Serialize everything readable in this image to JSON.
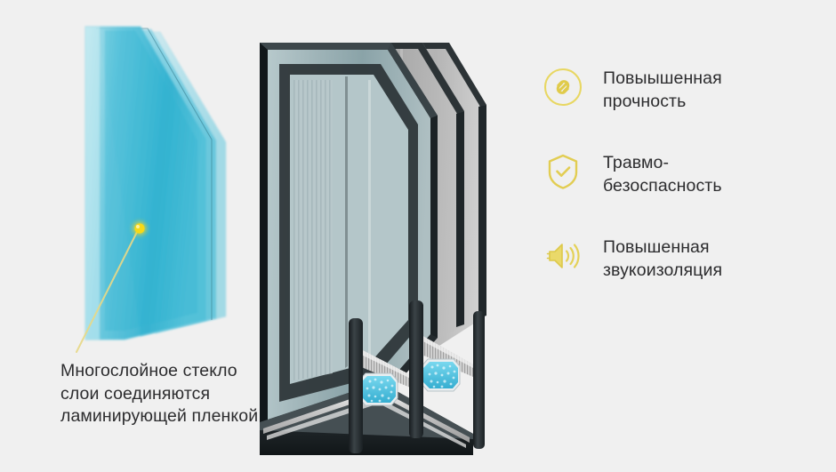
{
  "page": {
    "background_color": "#f0f0f0",
    "text_color": "#2c2c2e",
    "accent_color": "#efd84a",
    "glass_color": "#3fb8d4"
  },
  "caption": {
    "name": "laminated-glass-caption",
    "text": "Многослойное стекло\nслои соединяются\nламинирующей пленкой"
  },
  "illustration": {
    "name": "laminated-glass-diagram",
    "callout_dot_color": "#f5d820",
    "callout_line_color": "#ead77a",
    "panes": 3
  },
  "igu": {
    "name": "insulating-glass-unit",
    "frame_color": "#2a3236",
    "spacer_color": "#262b2e",
    "desiccant_color": "#4ec3e0",
    "panes": 3
  },
  "features": [
    {
      "icon": "link-icon",
      "label": "Повыышенная\nпрочность"
    },
    {
      "icon": "shield-check-icon",
      "label": "Травмо-\nбезоспасность"
    },
    {
      "icon": "speaker-waves-icon",
      "label": "Повышенная\nзвукоизоляция"
    }
  ]
}
